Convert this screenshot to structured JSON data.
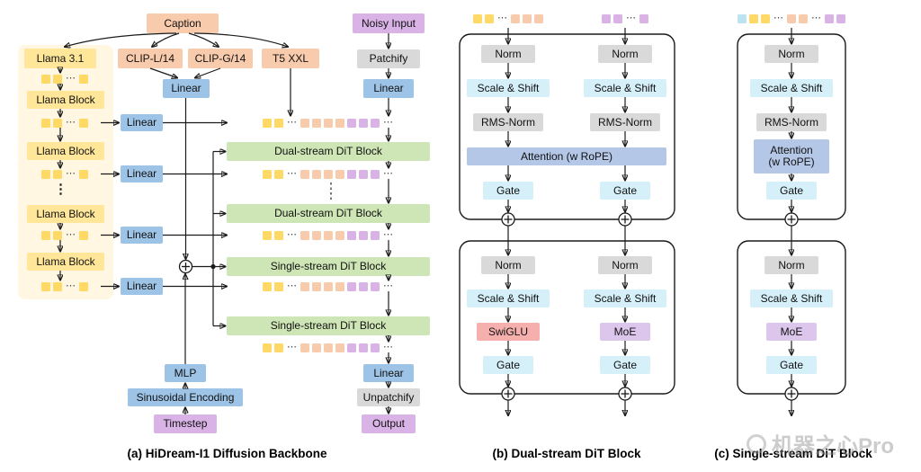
{
  "figure": {
    "captions": {
      "a": "(a) HiDream-I1 Diffusion Backbone",
      "b": "(b) Dual-stream DiT Block",
      "c": "(c) Single-stream DiT Block"
    }
  },
  "colors": {
    "box-orange": "#F8CBAD",
    "box-yellow": "#FFE699",
    "box-blue": "#9DC3E6",
    "box-purple": "#D9B3E6",
    "box-gray": "#D9D9D9",
    "box-green": "#CEE5B5",
    "box-cyan": "#D6F0FA",
    "box-periwinkle": "#B4C7E7",
    "box-red": "#F5AFAD",
    "box-lavender": "#DCC6EC",
    "token-yellow": "#FFD966",
    "token-orange": "#F8CBAD",
    "token-purple": "#D9B3E6",
    "token-cyan": "#BDE3F2",
    "bg-llama-panel": "#FFF7E1"
  },
  "panel_a": {
    "nodes": {
      "caption_box": "Caption",
      "llama": "Llama 3.1",
      "clip_l": "CLIP-L/14",
      "clip_g": "CLIP-G/14",
      "t5": "T5 XXL",
      "linear": "Linear",
      "llama_block": "Llama Block",
      "noisy_input": "Noisy Input",
      "patchify": "Patchify",
      "dual_block": "Dual-stream DiT Block",
      "single_block": "Single-stream DiT Block",
      "mlp": "MLP",
      "sinusoidal": "Sinusoidal Encoding",
      "timestep": "Timestep",
      "unpatchify": "Unpatchify",
      "output": "Output"
    },
    "ellipsis": "⋮",
    "token_rows": {
      "llama_row": [
        "y",
        "y",
        "…",
        "y"
      ],
      "stream_row": [
        "y",
        "y",
        "…",
        "o",
        "o",
        "o",
        "o",
        "p",
        "p",
        "p",
        "…"
      ]
    }
  },
  "panel_b": {
    "nodes": {
      "norm": "Norm",
      "scale_shift": "Scale & Shift",
      "rms_norm": "RMS-Norm",
      "attention": "Attention (w RoPE)",
      "gate": "Gate",
      "swiglu": "SwiGLU",
      "moe": "MoE"
    },
    "tokens_left": [
      "y",
      "y",
      "…",
      "o",
      "o",
      "o"
    ],
    "tokens_right": [
      "p",
      "p",
      "…",
      "p"
    ]
  },
  "panel_c": {
    "nodes": {
      "norm": "Norm",
      "scale_shift": "Scale & Shift",
      "rms_norm": "RMS-Norm",
      "attention_line1": "Attention",
      "attention_line2": "(w RoPE)",
      "gate": "Gate",
      "moe": "MoE"
    },
    "tokens": [
      "c",
      "y",
      "y",
      "…",
      "o",
      "o",
      "…",
      "p",
      "p"
    ]
  },
  "watermark": {
    "text": "机器之心Pro"
  }
}
